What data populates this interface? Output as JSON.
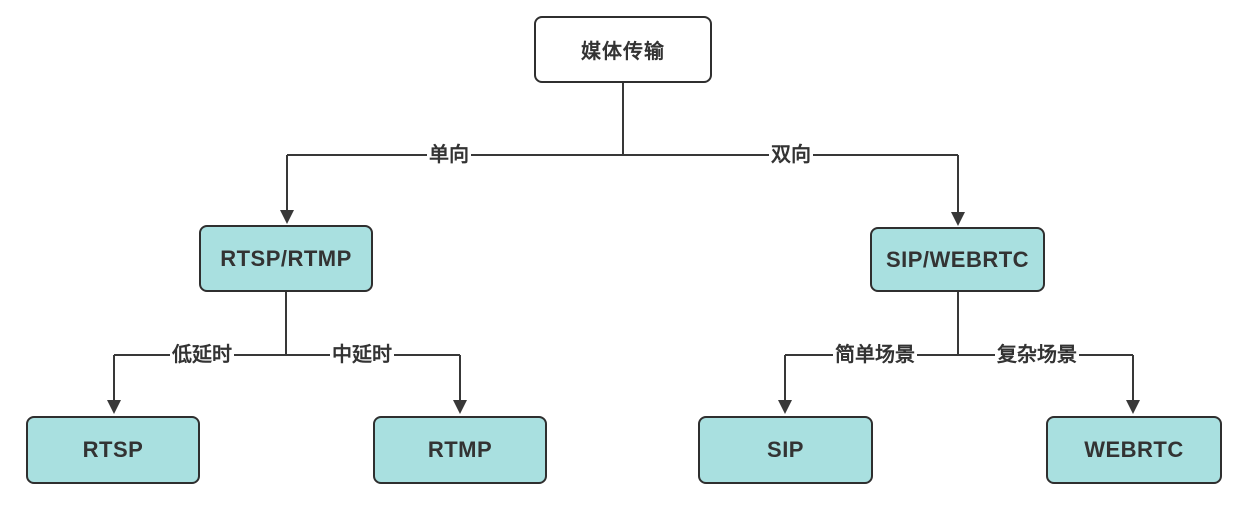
{
  "diagram": {
    "title_node": {
      "label": "媒体传输"
    },
    "nodes": {
      "root": {
        "label": "媒体传输"
      },
      "rtsp_rtmp": {
        "label": "RTSP/RTMP"
      },
      "sip_webrtc": {
        "label": "SIP/WEBRTC"
      },
      "rtsp": {
        "label": "RTSP"
      },
      "rtmp": {
        "label": "RTMP"
      },
      "sip": {
        "label": "SIP"
      },
      "webrtc": {
        "label": "WEBRTC"
      }
    },
    "edges": {
      "one_way": "单向",
      "two_way": "双向",
      "low_latency": "低延时",
      "mid_latency": "中延时",
      "simple_scene": "简单场景",
      "complex_scene": "复杂场景"
    },
    "colors": {
      "node_fill": "#a9e0e0",
      "root_fill": "#ffffff",
      "node_border": "#2f2f2f",
      "line": "#383838",
      "text": "#333333",
      "background": "#ffffff"
    }
  }
}
